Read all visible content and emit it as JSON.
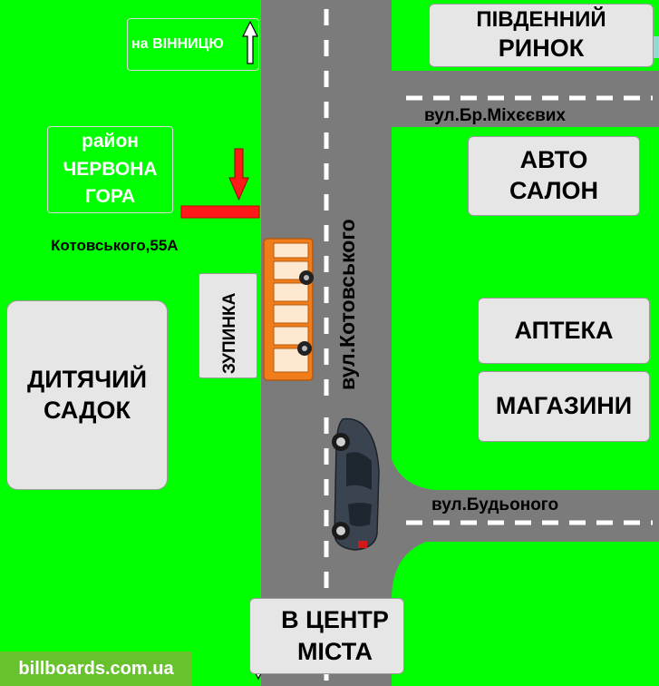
{
  "streets": {
    "main": "вул.Котовського",
    "mikheievykh": "вул.Бр.Міхєєвих",
    "budyonoho": "вул.Будьоного"
  },
  "signs": {
    "to_vinnytsia": "на ВІННИЦЮ",
    "district": [
      "район",
      "ЧЕРВОНА",
      "ГОРА"
    ],
    "address": "Котовського,55А",
    "stop": "ЗУПИНКА",
    "to_center": [
      "В ЦЕНТР",
      "МІСТА"
    ]
  },
  "places": {
    "market": [
      "ПІВДЕННИЙ",
      "РИНОК"
    ],
    "car_dealer": [
      "АВТО",
      "САЛОН"
    ],
    "pharmacy": "АПТЕКА",
    "shops": "МАГАЗИНИ",
    "kindergarten": [
      "ДИТЯЧИЙ",
      "САДОК"
    ]
  },
  "footer": "billboards.com.ua",
  "colors": {
    "grass": "#00ff00",
    "road": "#7b7b7b",
    "billboard_marker": "#ff1a1a",
    "bus": "#f07d1a",
    "car": "#3a4450"
  }
}
